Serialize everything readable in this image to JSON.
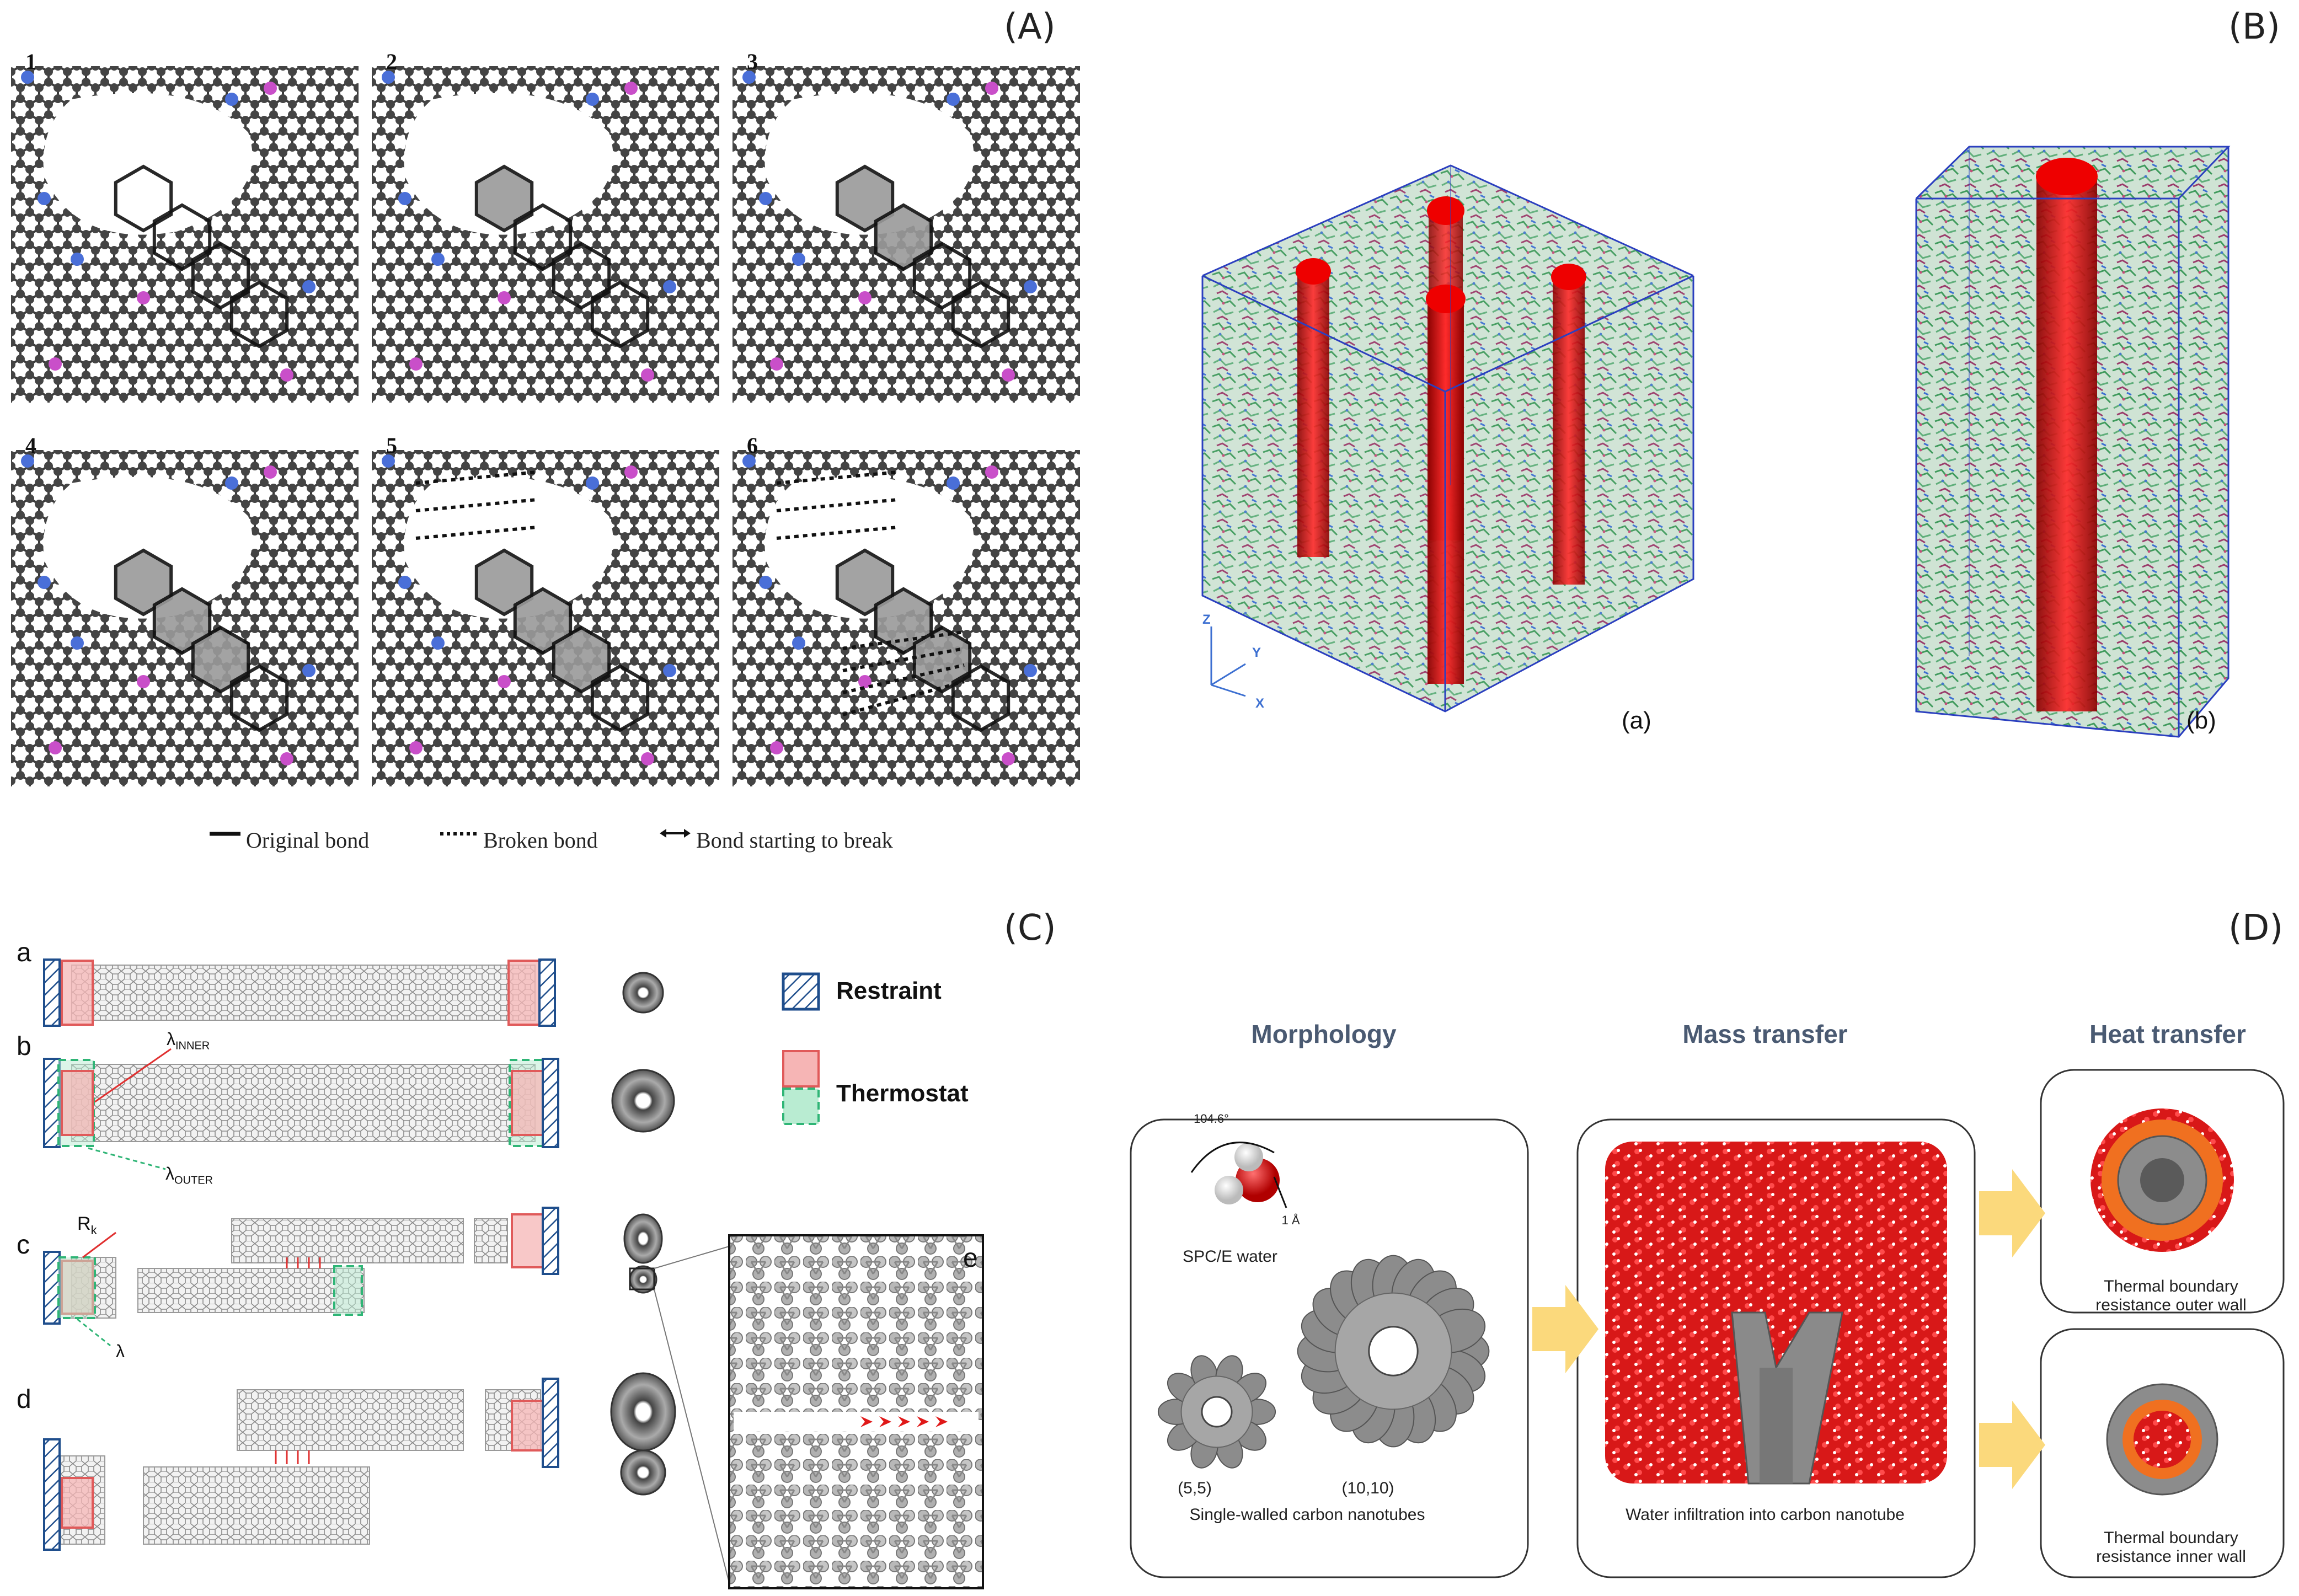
{
  "panels": {
    "A": {
      "letter": "(A)",
      "tiles": [
        "1",
        "2",
        "3",
        "4",
        "5",
        "6"
      ],
      "legend": {
        "original": "Original bond",
        "broken": "Broken bond",
        "starting": "Bond starting to break"
      }
    },
    "B": {
      "letter": "(B)",
      "sub_a": "(a)",
      "sub_b": "(b)",
      "axes": {
        "z": "Z",
        "y": "Y",
        "x": "X"
      }
    },
    "C": {
      "letter": "(C)",
      "rows": [
        "a",
        "b",
        "c",
        "d"
      ],
      "inset": "e",
      "labels": {
        "lambda_inner": "λ",
        "lambda_inner_sub": "INNER",
        "lambda_outer": "λ",
        "lambda_outer_sub": "OUTER",
        "rk": "R",
        "rk_sub": "k",
        "lambda": "λ"
      },
      "legend": {
        "restraint": "Restraint",
        "thermostat": "Thermostat"
      }
    },
    "D": {
      "letter": "(D)",
      "headers": {
        "morphology": "Morphology",
        "mass": "Mass transfer",
        "heat": "Heat transfer"
      },
      "water": {
        "angle": "104.6°",
        "length": "1 Å",
        "label": "SPC/E water"
      },
      "cnt": {
        "small": "(5,5)",
        "large": "(10,10)",
        "caption": "Single-walled carbon nanotubes"
      },
      "mass_caption": "Water infiltration into carbon nanotube",
      "outer_wall": {
        "line1": "Thermal boundary",
        "line2": "resistance outer wall"
      },
      "inner_wall": {
        "line1": "Thermal boundary",
        "line2": "resistance inner wall"
      }
    }
  }
}
